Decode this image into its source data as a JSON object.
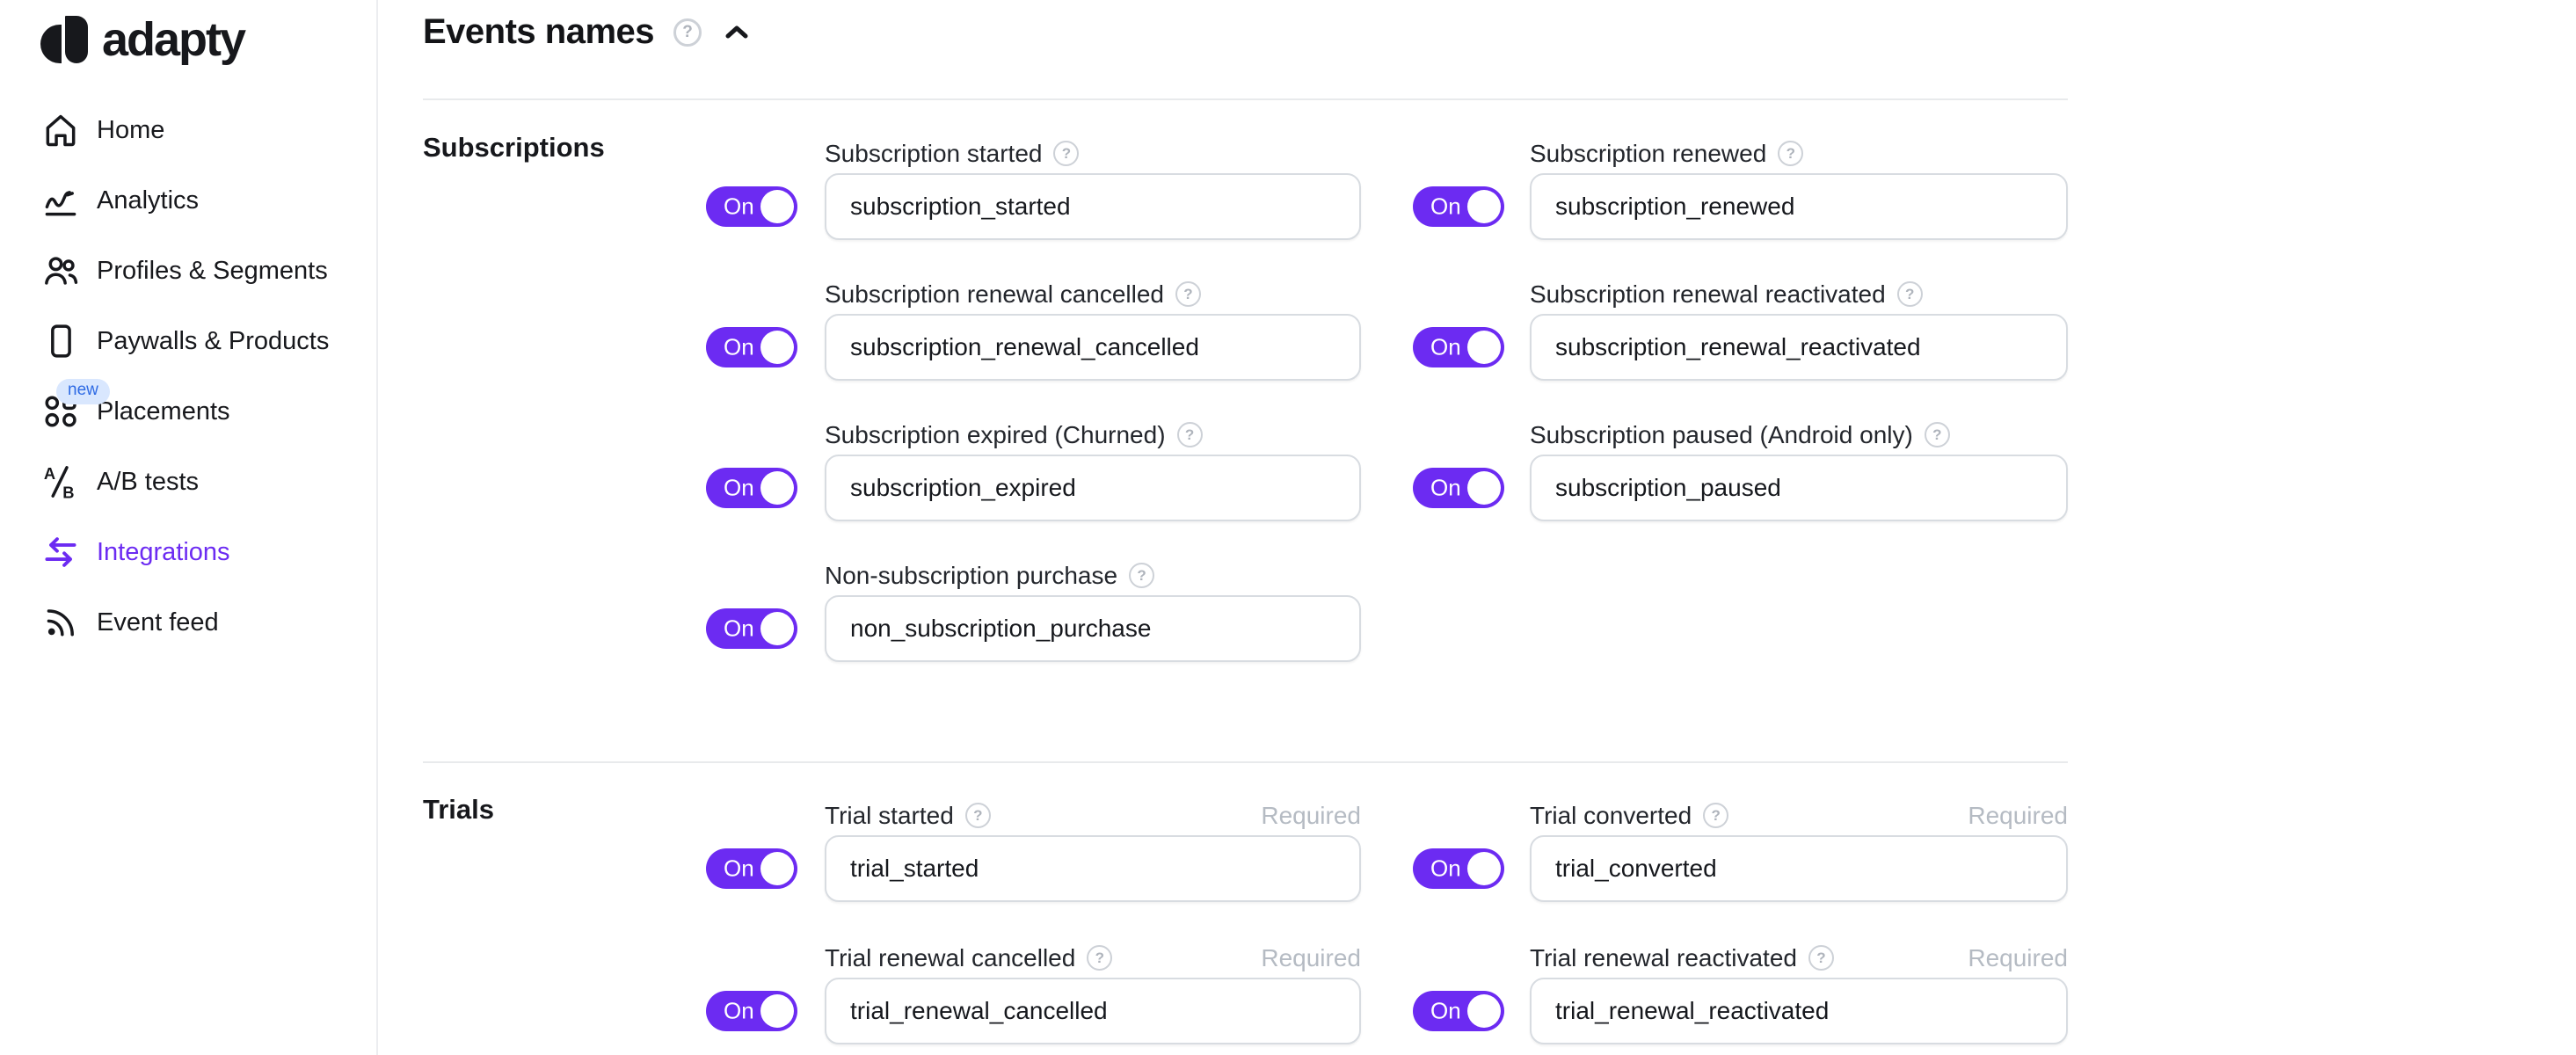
{
  "colors": {
    "accent": "#6C2BF2",
    "badge_bg": "#D9E7FE",
    "badge_text": "#2F6BE4"
  },
  "labels": {
    "help_glyph": "?"
  },
  "sidebar": {
    "logo_text": "adapty",
    "items": [
      {
        "label": "Home"
      },
      {
        "label": "Analytics"
      },
      {
        "label": "Profiles & Segments"
      },
      {
        "label": "Paywalls & Products"
      },
      {
        "label": "Placements",
        "badge": "new"
      },
      {
        "label": "A/B tests"
      },
      {
        "label": "Integrations",
        "active": true
      },
      {
        "label": "Event feed"
      }
    ]
  },
  "header": {
    "title": "Events names"
  },
  "sections": [
    {
      "title": "Subscriptions",
      "fields": [
        {
          "label": "Subscription started",
          "value": "subscription_started",
          "toggle": "On"
        },
        {
          "label": "Subscription renewed",
          "value": "subscription_renewed",
          "toggle": "On"
        },
        {
          "label": "Subscription renewal cancelled",
          "value": "subscription_renewal_cancelled",
          "toggle": "On"
        },
        {
          "label": "Subscription renewal reactivated",
          "value": "subscription_renewal_reactivated",
          "toggle": "On"
        },
        {
          "label": "Subscription expired (Churned)",
          "value": "subscription_expired",
          "toggle": "On"
        },
        {
          "label": "Subscription paused (Android only)",
          "value": "subscription_paused",
          "toggle": "On"
        },
        {
          "label": "Non-subscription purchase",
          "value": "non_subscription_purchase",
          "toggle": "On"
        }
      ]
    },
    {
      "title": "Trials",
      "fields": [
        {
          "label": "Trial started",
          "value": "trial_started",
          "toggle": "On",
          "required": "Required"
        },
        {
          "label": "Trial converted",
          "value": "trial_converted",
          "toggle": "On",
          "required": "Required"
        },
        {
          "label": "Trial renewal cancelled",
          "value": "trial_renewal_cancelled",
          "toggle": "On",
          "required": "Required"
        },
        {
          "label": "Trial renewal reactivated",
          "value": "trial_renewal_reactivated",
          "toggle": "On",
          "required": "Required"
        }
      ]
    }
  ]
}
